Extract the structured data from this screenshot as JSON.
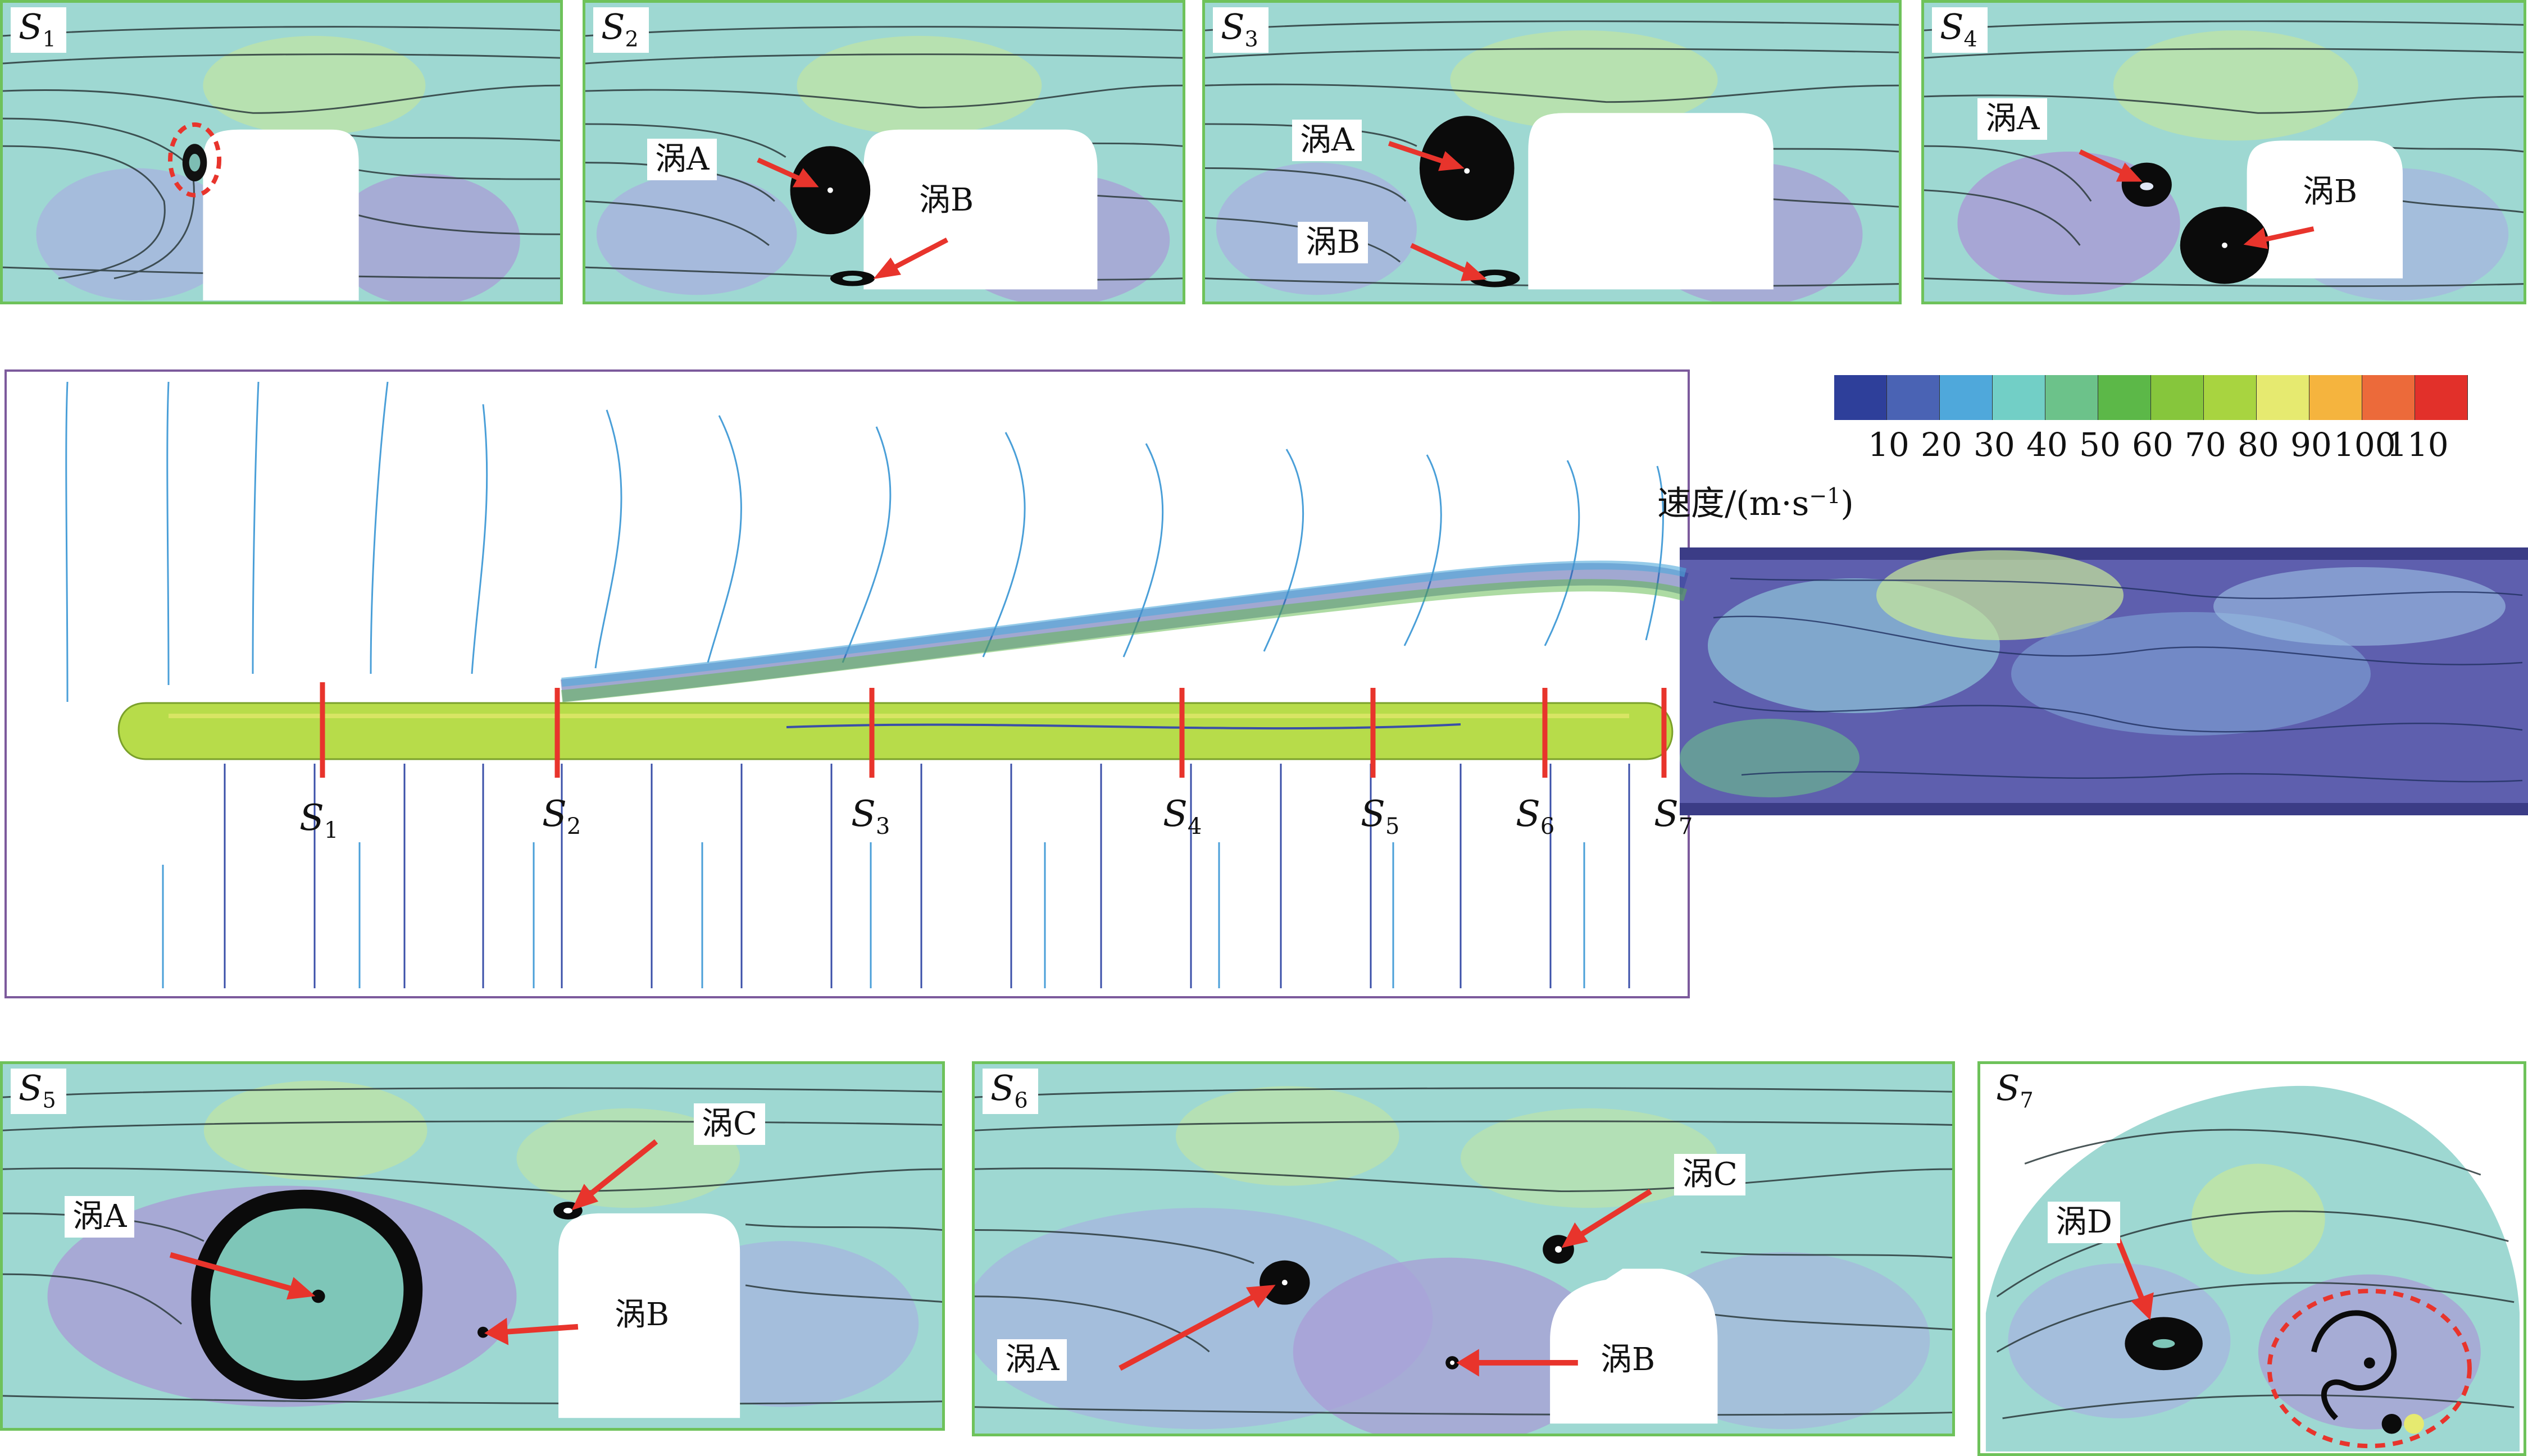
{
  "sections": {
    "s1": {
      "letter": "S",
      "num": "1"
    },
    "s2": {
      "letter": "S",
      "num": "2"
    },
    "s3": {
      "letter": "S",
      "num": "3"
    },
    "s4": {
      "letter": "S",
      "num": "4"
    },
    "s5": {
      "letter": "S",
      "num": "5"
    },
    "s6": {
      "letter": "S",
      "num": "6"
    },
    "s7": {
      "letter": "S",
      "num": "7"
    }
  },
  "vortices": {
    "a": "涡A",
    "b": "涡B",
    "c": "涡C",
    "d": "涡D"
  },
  "legend": {
    "ticks": [
      "10",
      "20",
      "30",
      "40",
      "50",
      "60",
      "70",
      "80",
      "90",
      "100",
      "110"
    ],
    "colors": [
      "#2e3f9a",
      "#4a63b4",
      "#4fa8db",
      "#72cfc6",
      "#6cc28a",
      "#5cb848",
      "#86c63c",
      "#a8d440",
      "#e6ea70",
      "#f5b43e",
      "#ec6a3a",
      "#e2302a"
    ],
    "unit_name": "速度/(m·s",
    "unit_exp": "−1",
    "unit_close": ")"
  },
  "colors": {
    "panel_border": "#6ec25a",
    "main_border": "#7c5a9c",
    "section_line": "#e8342c",
    "train_body": "#b7dc4a",
    "tunnel": "#5e5fae",
    "streamline_blue": "#4a9fd8",
    "arrow": "#e8342c"
  }
}
